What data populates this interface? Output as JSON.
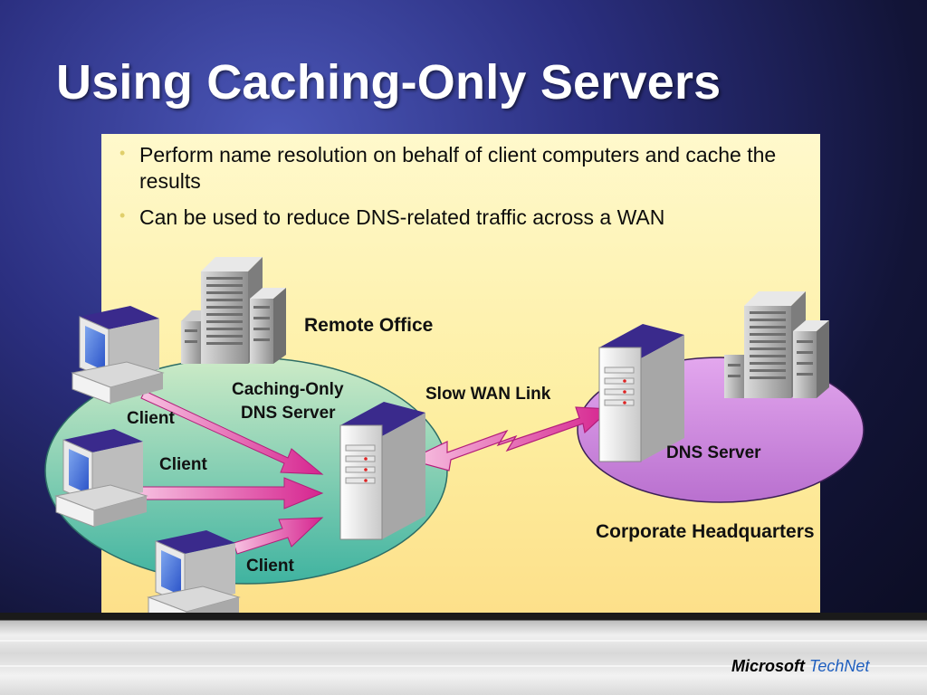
{
  "slide": {
    "title": "Using Caching-Only Servers",
    "bullets": [
      "Perform name resolution on behalf of client computers and cache the results",
      "Can be used to reduce DNS-related traffic across a WAN"
    ]
  },
  "diagram": {
    "remote_office_label": "Remote Office",
    "caching_server_label_line1": "Caching-Only",
    "caching_server_label_line2": "DNS Server",
    "wan_link_label": "Slow WAN Link",
    "dns_server_label": "DNS Server",
    "hq_label": "Corporate Headquarters",
    "client_labels": [
      "Client",
      "Client",
      "Client"
    ]
  },
  "footer": {
    "brand_primary": "Microsoft",
    "brand_secondary": "TechNet"
  },
  "colors": {
    "remote_ellipse": "#6cc3a4",
    "hq_ellipse": "#cc88dd",
    "arrow": "#e0399d",
    "panel": "#fdeea0"
  }
}
